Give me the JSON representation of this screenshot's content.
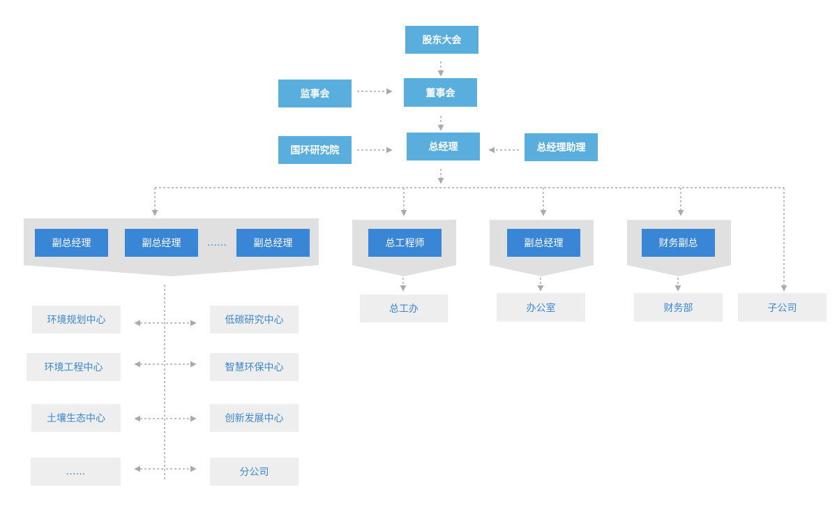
{
  "top": {
    "shareholders": "股东大会",
    "board": "董事会",
    "supervisors": "监事会",
    "gm": "总经理",
    "institute": "国环研究院",
    "gm_assistant": "总经理助理"
  },
  "groups": {
    "vp_group": {
      "vp1": "副总经理",
      "vp2": "副总经理",
      "ellipsis": "……",
      "vp3": "副总经理"
    },
    "chief_engineer": {
      "head": "总工程师",
      "sub": "总工办"
    },
    "vp_office": {
      "head": "副总经理",
      "sub": "办公室"
    },
    "finance": {
      "head": "财务副总",
      "sub": "财务部"
    },
    "subsidiary": "子公司"
  },
  "centers": {
    "left": [
      "环境规划中心",
      "环境工程中心",
      "土壤生态中心",
      "……"
    ],
    "right": [
      "低碳研究中心",
      "智慧环保中心",
      "创新发展中心",
      "分公司"
    ]
  },
  "colors": {
    "light_blue": "#5aaedd",
    "dark_blue": "#3a86d6",
    "gray_box": "#eeeeee",
    "gray_banner": "#e0e0e0",
    "connector": "#aaaaaa"
  }
}
